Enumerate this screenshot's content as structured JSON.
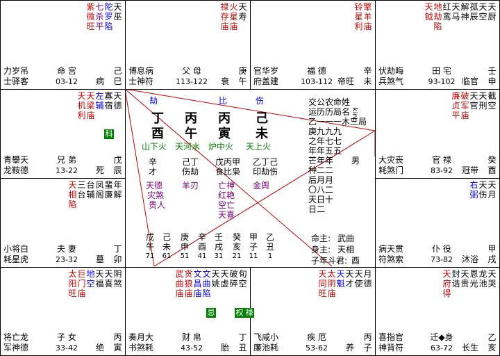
{
  "palaces": [
    {
      "id": "si",
      "stars": [
        {
          "t": "天巫",
          "c": "black"
        },
        {
          "t": "陀罗陷",
          "c": "blue"
        },
        {
          "t": "七杀平",
          "c": "purple"
        },
        {
          "t": "紫微旺",
          "c": "red"
        }
      ],
      "gods": [
        "力岁吊",
        "士驿客"
      ],
      "palace": "命 宫",
      "age": "03-12",
      "life": "病",
      "stem": "己巳"
    },
    {
      "id": "wu",
      "stars": [
        {
          "t": "天寿",
          "c": "black"
        },
        {
          "t": "火星庙",
          "c": "red"
        },
        {
          "t": "禄存庙",
          "c": "red"
        }
      ],
      "gods": [
        "博息病",
        "士神符"
      ],
      "palace": "父 母",
      "age": "113-122",
      "life": "衰",
      "stem": "庚午"
    },
    {
      "id": "wei",
      "stars": [
        {
          "t": "擎羊庙",
          "c": "red"
        },
        {
          "t": "铃星利",
          "c": "red"
        }
      ],
      "gods": [
        "官华岁",
        "府盖建"
      ],
      "palace": "福 德",
      "age": "103-112",
      "life": "帝旺",
      "stem": "辛未"
    },
    {
      "id": "shen",
      "stars": [
        {
          "t": "天厨",
          "c": "black"
        },
        {
          "t": "天空",
          "c": "black"
        },
        {
          "t": "孤辰",
          "c": "black"
        },
        {
          "t": "解神",
          "c": "black"
        },
        {
          "t": "天马",
          "c": "black"
        },
        {
          "t": "红鸾",
          "c": "black"
        },
        {
          "t": "地劫陷",
          "c": "red"
        },
        {
          "t": "天钺",
          "c": "red"
        }
      ],
      "gods": [
        "伏劫晦",
        "兵煞气"
      ],
      "palace": "田 宅",
      "age": "93-102",
      "life": "临官",
      "stem": "壬申"
    },
    {
      "id": "chen",
      "stars": [
        {
          "t": "天德",
          "c": "black"
        },
        {
          "t": "寡宿",
          "c": "black"
        },
        {
          "t": "左辅",
          "c": "blue"
        },
        {
          "t": "天梁庙",
          "c": "red"
        },
        {
          "t": "天机利",
          "c": "red"
        }
      ],
      "gods": [
        "青攀天",
        "龙鞍德"
      ],
      "palace": "兄 弟",
      "age": "13-22",
      "life": "死",
      "stem": "戊辰"
    },
    {
      "id": "you",
      "stars": [
        {
          "t": "截空",
          "c": "black"
        },
        {
          "t": "天刑",
          "c": "black"
        },
        {
          "t": "天官",
          "c": "black"
        },
        {
          "t": "破军庙",
          "c": "red"
        },
        {
          "t": "廉贞平",
          "c": "red"
        }
      ],
      "gods": [
        "大灾丧",
        "耗煞门"
      ],
      "palace": "官 禄",
      "age": "83-92",
      "life": "冠带",
      "stem": "癸酉"
    },
    {
      "id": "mao",
      "stars": [
        {
          "t": "年解",
          "c": "black"
        },
        {
          "t": "蜚廉",
          "c": "black"
        },
        {
          "t": "凤阁",
          "c": "black"
        },
        {
          "t": "台辅",
          "c": "black"
        },
        {
          "t": "三台",
          "c": "black"
        },
        {
          "t": "天相陷",
          "c": "red"
        }
      ],
      "gods": [
        "小将白",
        "耗星虎"
      ],
      "palace": "夫 妻",
      "age": "23-32",
      "life": "墓",
      "stem": "丁卯"
    },
    {
      "id": "xu",
      "stars": [
        {
          "t": "天月",
          "c": "black"
        },
        {
          "t": "天伤",
          "c": "black"
        },
        {
          "t": "右弼",
          "c": "blue"
        }
      ],
      "gods": [
        "病天贯",
        "符煞索"
      ],
      "palace": "仆 役",
      "age": "73-82",
      "life": "沐浴",
      "stem": "甲戌"
    },
    {
      "id": "yin",
      "stars": [
        {
          "t": "阴煞",
          "c": "black"
        },
        {
          "t": "天喜",
          "c": "black"
        },
        {
          "t": "天福",
          "c": "black"
        },
        {
          "t": "地空",
          "c": "blue"
        },
        {
          "t": "巨门庙",
          "c": "red"
        },
        {
          "t": "太阳旺",
          "c": "red"
        }
      ],
      "gods": [
        "将亡龙",
        "军神德"
      ],
      "palace": "子 女",
      "age": "33-42",
      "life": "绝",
      "stem": "丙寅"
    },
    {
      "id": "chou",
      "stars": [
        {
          "t": "旬空",
          "c": "black"
        },
        {
          "t": "破碎",
          "c": "black"
        },
        {
          "t": "天虚",
          "c": "black"
        },
        {
          "t": "天姚",
          "c": "black"
        },
        {
          "t": "文曲陷",
          "c": "blue"
        },
        {
          "t": "文昌庙",
          "c": "blue"
        },
        {
          "t": "贪狼庙",
          "c": "red"
        },
        {
          "t": "武曲庙",
          "c": "red"
        }
      ],
      "gods": [
        "奏月大",
        "书煞耗"
      ],
      "palace": "财 帛",
      "age": "43-52",
      "life": "胎",
      "stem": "丁丑"
    },
    {
      "id": "zi",
      "stars": [
        {
          "t": "月德",
          "c": "black"
        },
        {
          "t": "天使",
          "c": "black"
        },
        {
          "t": "天才",
          "c": "black"
        },
        {
          "t": "天魁",
          "c": "blue"
        },
        {
          "t": "太阴庙",
          "c": "red"
        },
        {
          "t": "天同旺",
          "c": "red"
        }
      ],
      "gods": [
        "飞咸小",
        "廉池耗"
      ],
      "palace": "疾 厄",
      "age": "53-62",
      "life": "养",
      "stem": "丙子"
    },
    {
      "id": "hai",
      "stars": [
        {
          "t": "天哭",
          "c": "black"
        },
        {
          "t": "龙池",
          "c": "black"
        },
        {
          "t": "恩光",
          "c": "black"
        },
        {
          "t": "天贵",
          "c": "black"
        },
        {
          "t": "封诰",
          "c": "black"
        },
        {
          "t": "天府得",
          "c": "red"
        }
      ],
      "gods": [
        "喜指官",
        "神背符"
      ],
      "palace": "迁◆身",
      "age": "63-72",
      "life": "长生",
      "stem": "乙亥"
    }
  ],
  "hua": {
    "ke": "科",
    "ji": "忌",
    "quan": "权",
    "lu": "禄"
  },
  "center": {
    "shishen": [
      "劫",
      "比",
      "伤"
    ],
    "pillars": [
      {
        "stem": "丁",
        "branch": "酉",
        "nayin": "山下火",
        "hidden": [
          "辛",
          "才"
        ]
      },
      {
        "stem": "丙",
        "branch": "午",
        "nayin": "天河水",
        "hidden": [
          "己丁",
          "伤劫"
        ]
      },
      {
        "stem": "丙",
        "branch": "寅",
        "nayin": "炉中火",
        "hidden": [
          "戊丙甲",
          "食比枭"
        ]
      },
      {
        "stem": "己",
        "branch": "未",
        "nayin": "天上火",
        "hidden": [
          "乙丁己",
          "印劫伤"
        ]
      }
    ],
    "info_cols": [
      "交公农命姓",
      "运历历局名",
      "乙一一一木三局",
      "庚九九九",
      "之年七七",
      "年年五五",
      "芒年年",
      "种二二",
      "后月月",
      "〇八二",
      "天日十",
      "日二"
    ],
    "gender": "男",
    "king": "king",
    "shensha": [
      {
        "t": "天德",
        "c": "purple"
      },
      {
        "t": "灾煞",
        "c": "purple"
      },
      {
        "t": "贵人",
        "c": "purple"
      },
      {
        "t": "羊刃",
        "c": "purple"
      },
      {
        "t": "亡神",
        "c": "purple"
      },
      {
        "t": "红艳",
        "c": "purple"
      },
      {
        "t": "空亡",
        "c": "purple"
      },
      {
        "t": "天喜",
        "c": "purple"
      },
      {
        "t": "金舆",
        "c": "purple"
      }
    ],
    "dayun": [
      {
        "g": "戊午",
        "a": "71"
      },
      {
        "g": "己未",
        "a": "61"
      },
      {
        "g": "庚申",
        "a": "51"
      },
      {
        "g": "辛酉",
        "a": "41"
      },
      {
        "g": "壬戌",
        "a": "31"
      },
      {
        "g": "癸亥",
        "a": "21"
      },
      {
        "g": "甲子",
        "a": "11"
      },
      {
        "g": "乙丑",
        "a": "1"
      }
    ],
    "ming_zhu": "命主:",
    "ming_zhu_v": "武曲",
    "shen_zhu": "身主:",
    "shen_zhu_v": "天相",
    "dou_jun": "子年斗君:",
    "dou_jun_v": "酉"
  }
}
